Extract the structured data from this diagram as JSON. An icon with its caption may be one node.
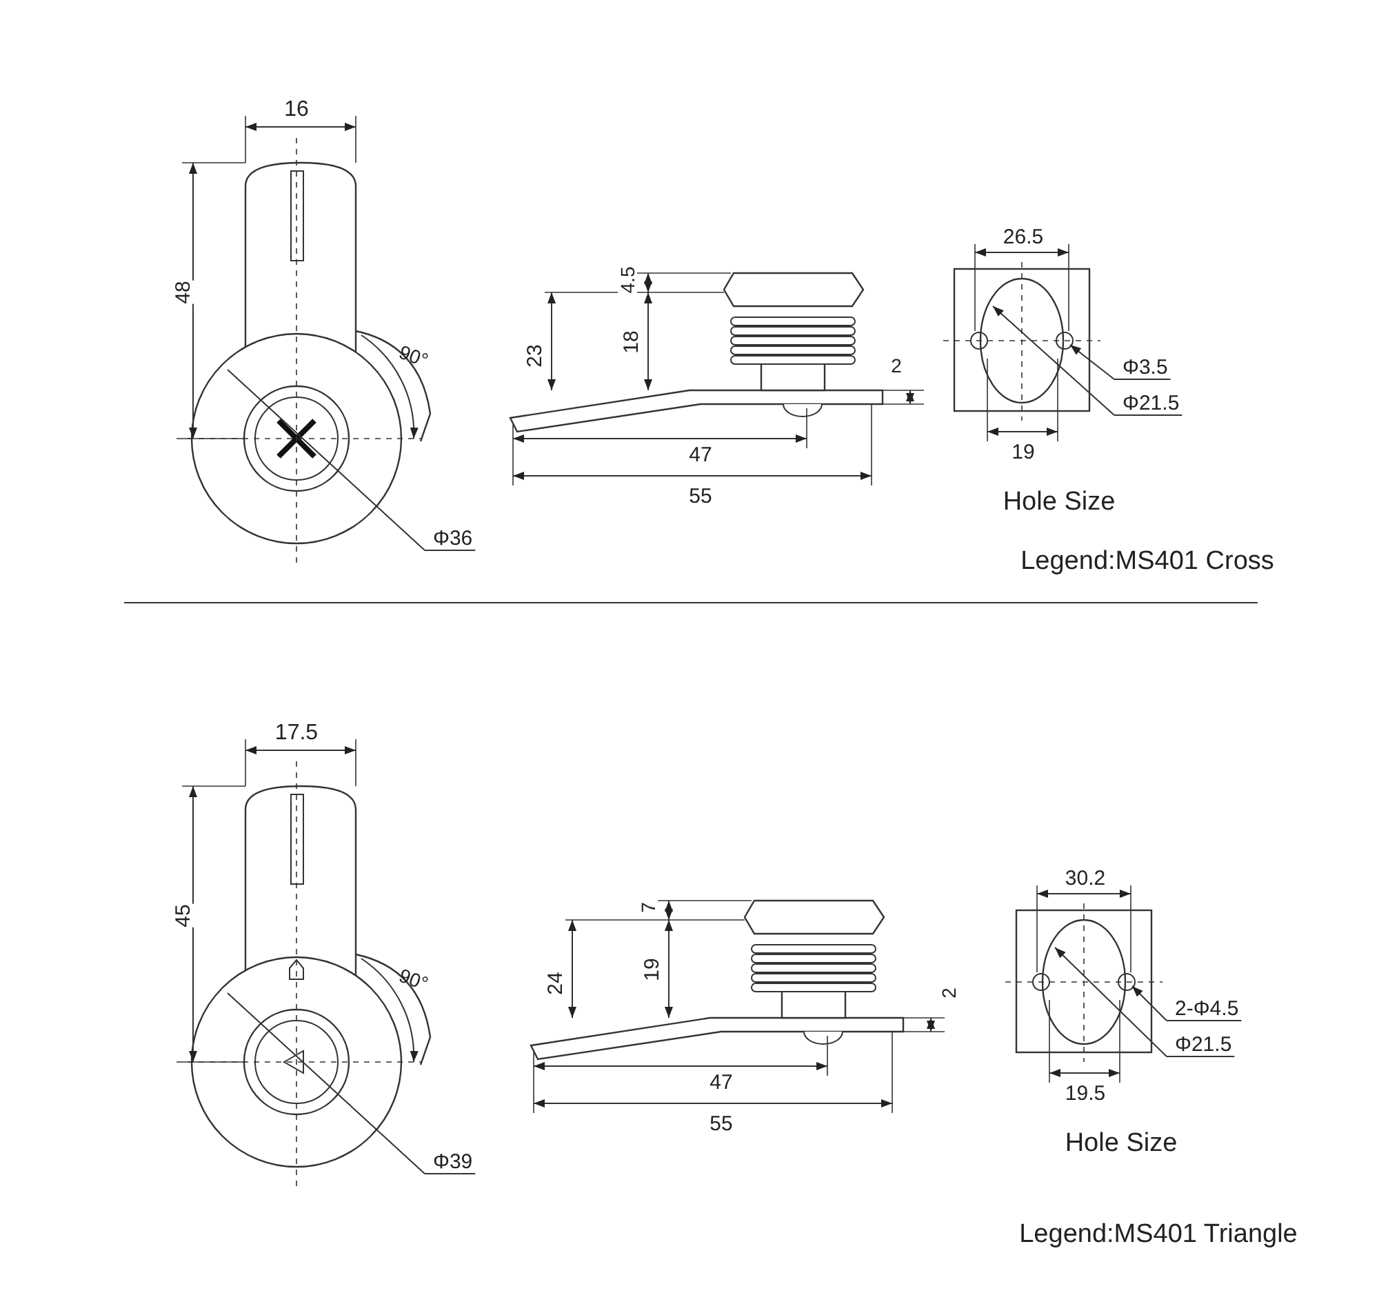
{
  "diagram": {
    "nodes": [
      {
        "text": [
          "Φ3.5"
        ]
      },
      {
        "text": [
          "Φ21.5"
        ]
      },
      {
        "text": [
          "Φ36"
        ]
      },
      {
        "text": [
          "2-Φ4.5"
        ]
      },
      {
        "text": [
          "Φ21.5"
        ]
      },
      {
        "text": [
          "Φ39"
        ]
      }
    ],
    "edges": [
      {
        "from": 0,
        "to": null,
        "arrow": "to"
      },
      {
        "from": 1,
        "to": null,
        "arrow": "to"
      },
      {
        "from": 2,
        "to": null,
        "arrow": "none"
      },
      {
        "from": 3,
        "to": null,
        "arrow": "to"
      },
      {
        "from": 4,
        "to": null,
        "arrow": "to"
      },
      {
        "from": 5,
        "to": null,
        "arrow": "none"
      }
    ],
    "labels": [
      "16",
      "48",
      "90°",
      "4.5",
      "26.5",
      "23",
      "18",
      "2",
      "47",
      "19",
      "55",
      "Hole Size",
      "Legend:MS401 Cross",
      "17.5",
      "30.2",
      "45",
      "7",
      "19",
      "90°",
      "24",
      "2",
      "47",
      "19.5",
      "55",
      "Hole Size",
      "Legend:MS401 Triangle"
    ]
  }
}
